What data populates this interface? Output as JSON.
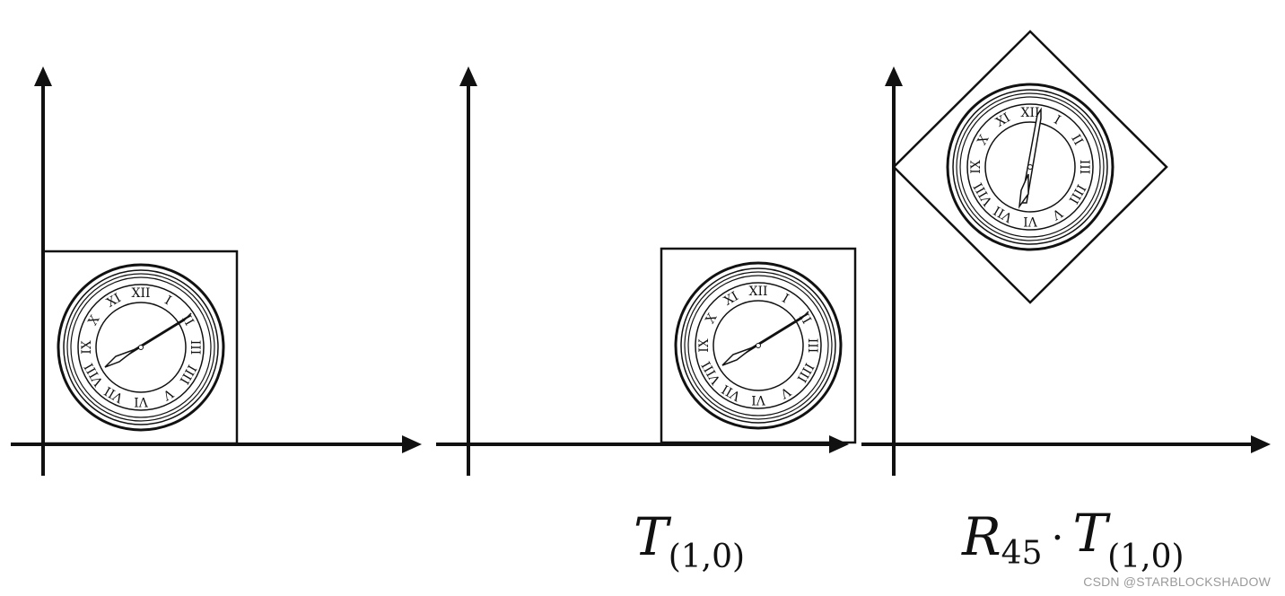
{
  "panels": [
    {
      "label": null
    },
    {
      "label": {
        "main": "T",
        "sub": "(1,0)"
      }
    },
    {
      "label": {
        "main1": "R",
        "sub1": "45",
        "dot": "·",
        "main2": "T",
        "sub2": "(1,0)"
      }
    }
  ],
  "clock": {
    "numerals": [
      "XII",
      "I",
      "II",
      "III",
      "IIII",
      "V",
      "VI",
      "VII",
      "VIII",
      "IX",
      "X",
      "XI"
    ]
  },
  "watermark": "CSDN @STARBLOCKSHADOW"
}
